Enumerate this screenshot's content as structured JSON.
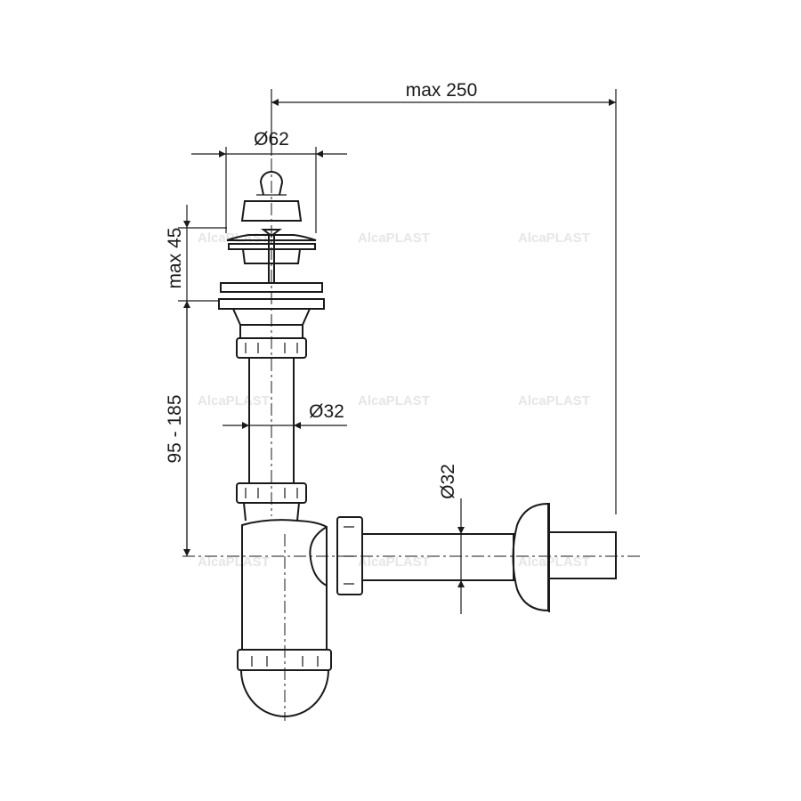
{
  "dimensions": {
    "max_length": "max 250",
    "strainer_diameter": "Ø62",
    "max_thickness": "max 45",
    "height_range": "95 - 185",
    "inlet_pipe_diameter": "Ø32",
    "outlet_pipe_diameter": "Ø32"
  },
  "watermark": "AlcaPLAST"
}
